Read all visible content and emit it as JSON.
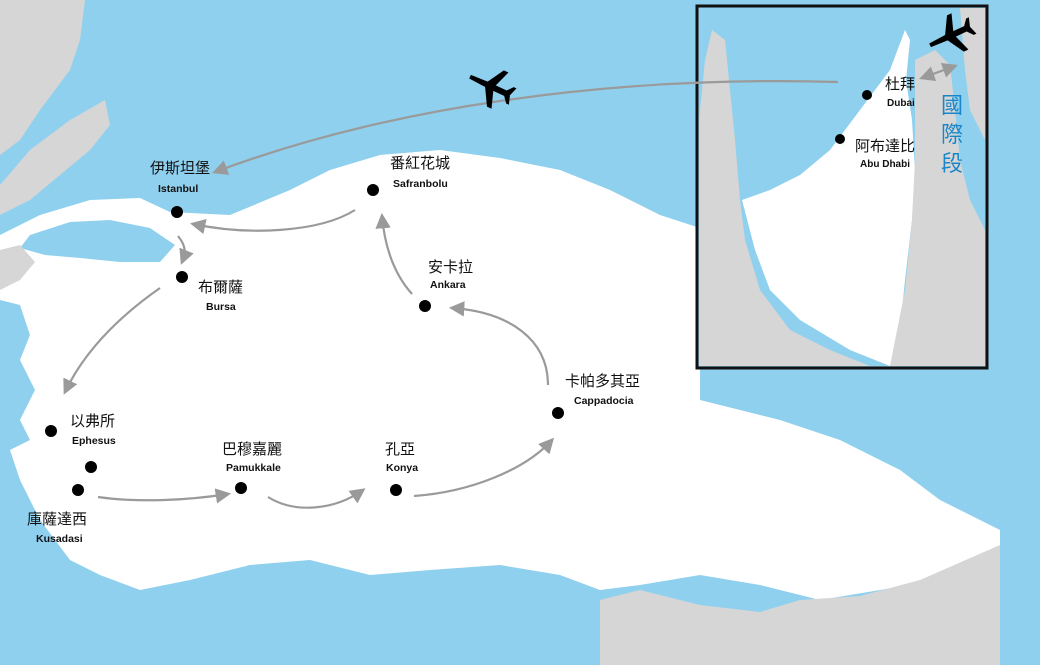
{
  "colors": {
    "sea": "#8fd0ee",
    "land_other": "#d6d6d6",
    "land_main": "#ffffff",
    "route": "#9a9a9a",
    "dot": "#000000",
    "inset_border": "#111111",
    "intl_label": "#1a86c8"
  },
  "cities": {
    "istanbul": {
      "cn": "伊斯坦堡",
      "en": "Istanbul"
    },
    "safranbolu": {
      "cn": "番紅花城",
      "en": "Safranbolu"
    },
    "bursa": {
      "cn": "布爾薩",
      "en": "Bursa"
    },
    "ankara": {
      "cn": "安卡拉",
      "en": "Ankara"
    },
    "ephesus": {
      "cn": "以弗所",
      "en": "Ephesus"
    },
    "kusadasi": {
      "cn": "庫薩達西",
      "en": "Kusadasi"
    },
    "pamukkale": {
      "cn": "巴穆嘉麗",
      "en": "Pamukkale"
    },
    "konya": {
      "cn": "孔亞",
      "en": "Konya"
    },
    "cappadocia": {
      "cn": "卡帕多其亞",
      "en": "Cappadocia"
    }
  },
  "inset": {
    "dubai": {
      "cn": "杜拜",
      "en": "Dubai"
    },
    "abudhabi": {
      "cn": "阿布達比",
      "en": "Abu Dhabi"
    },
    "intl_label": [
      "國",
      "際",
      "段"
    ]
  },
  "icons": [
    "airplane-icon",
    "airplane-icon"
  ]
}
